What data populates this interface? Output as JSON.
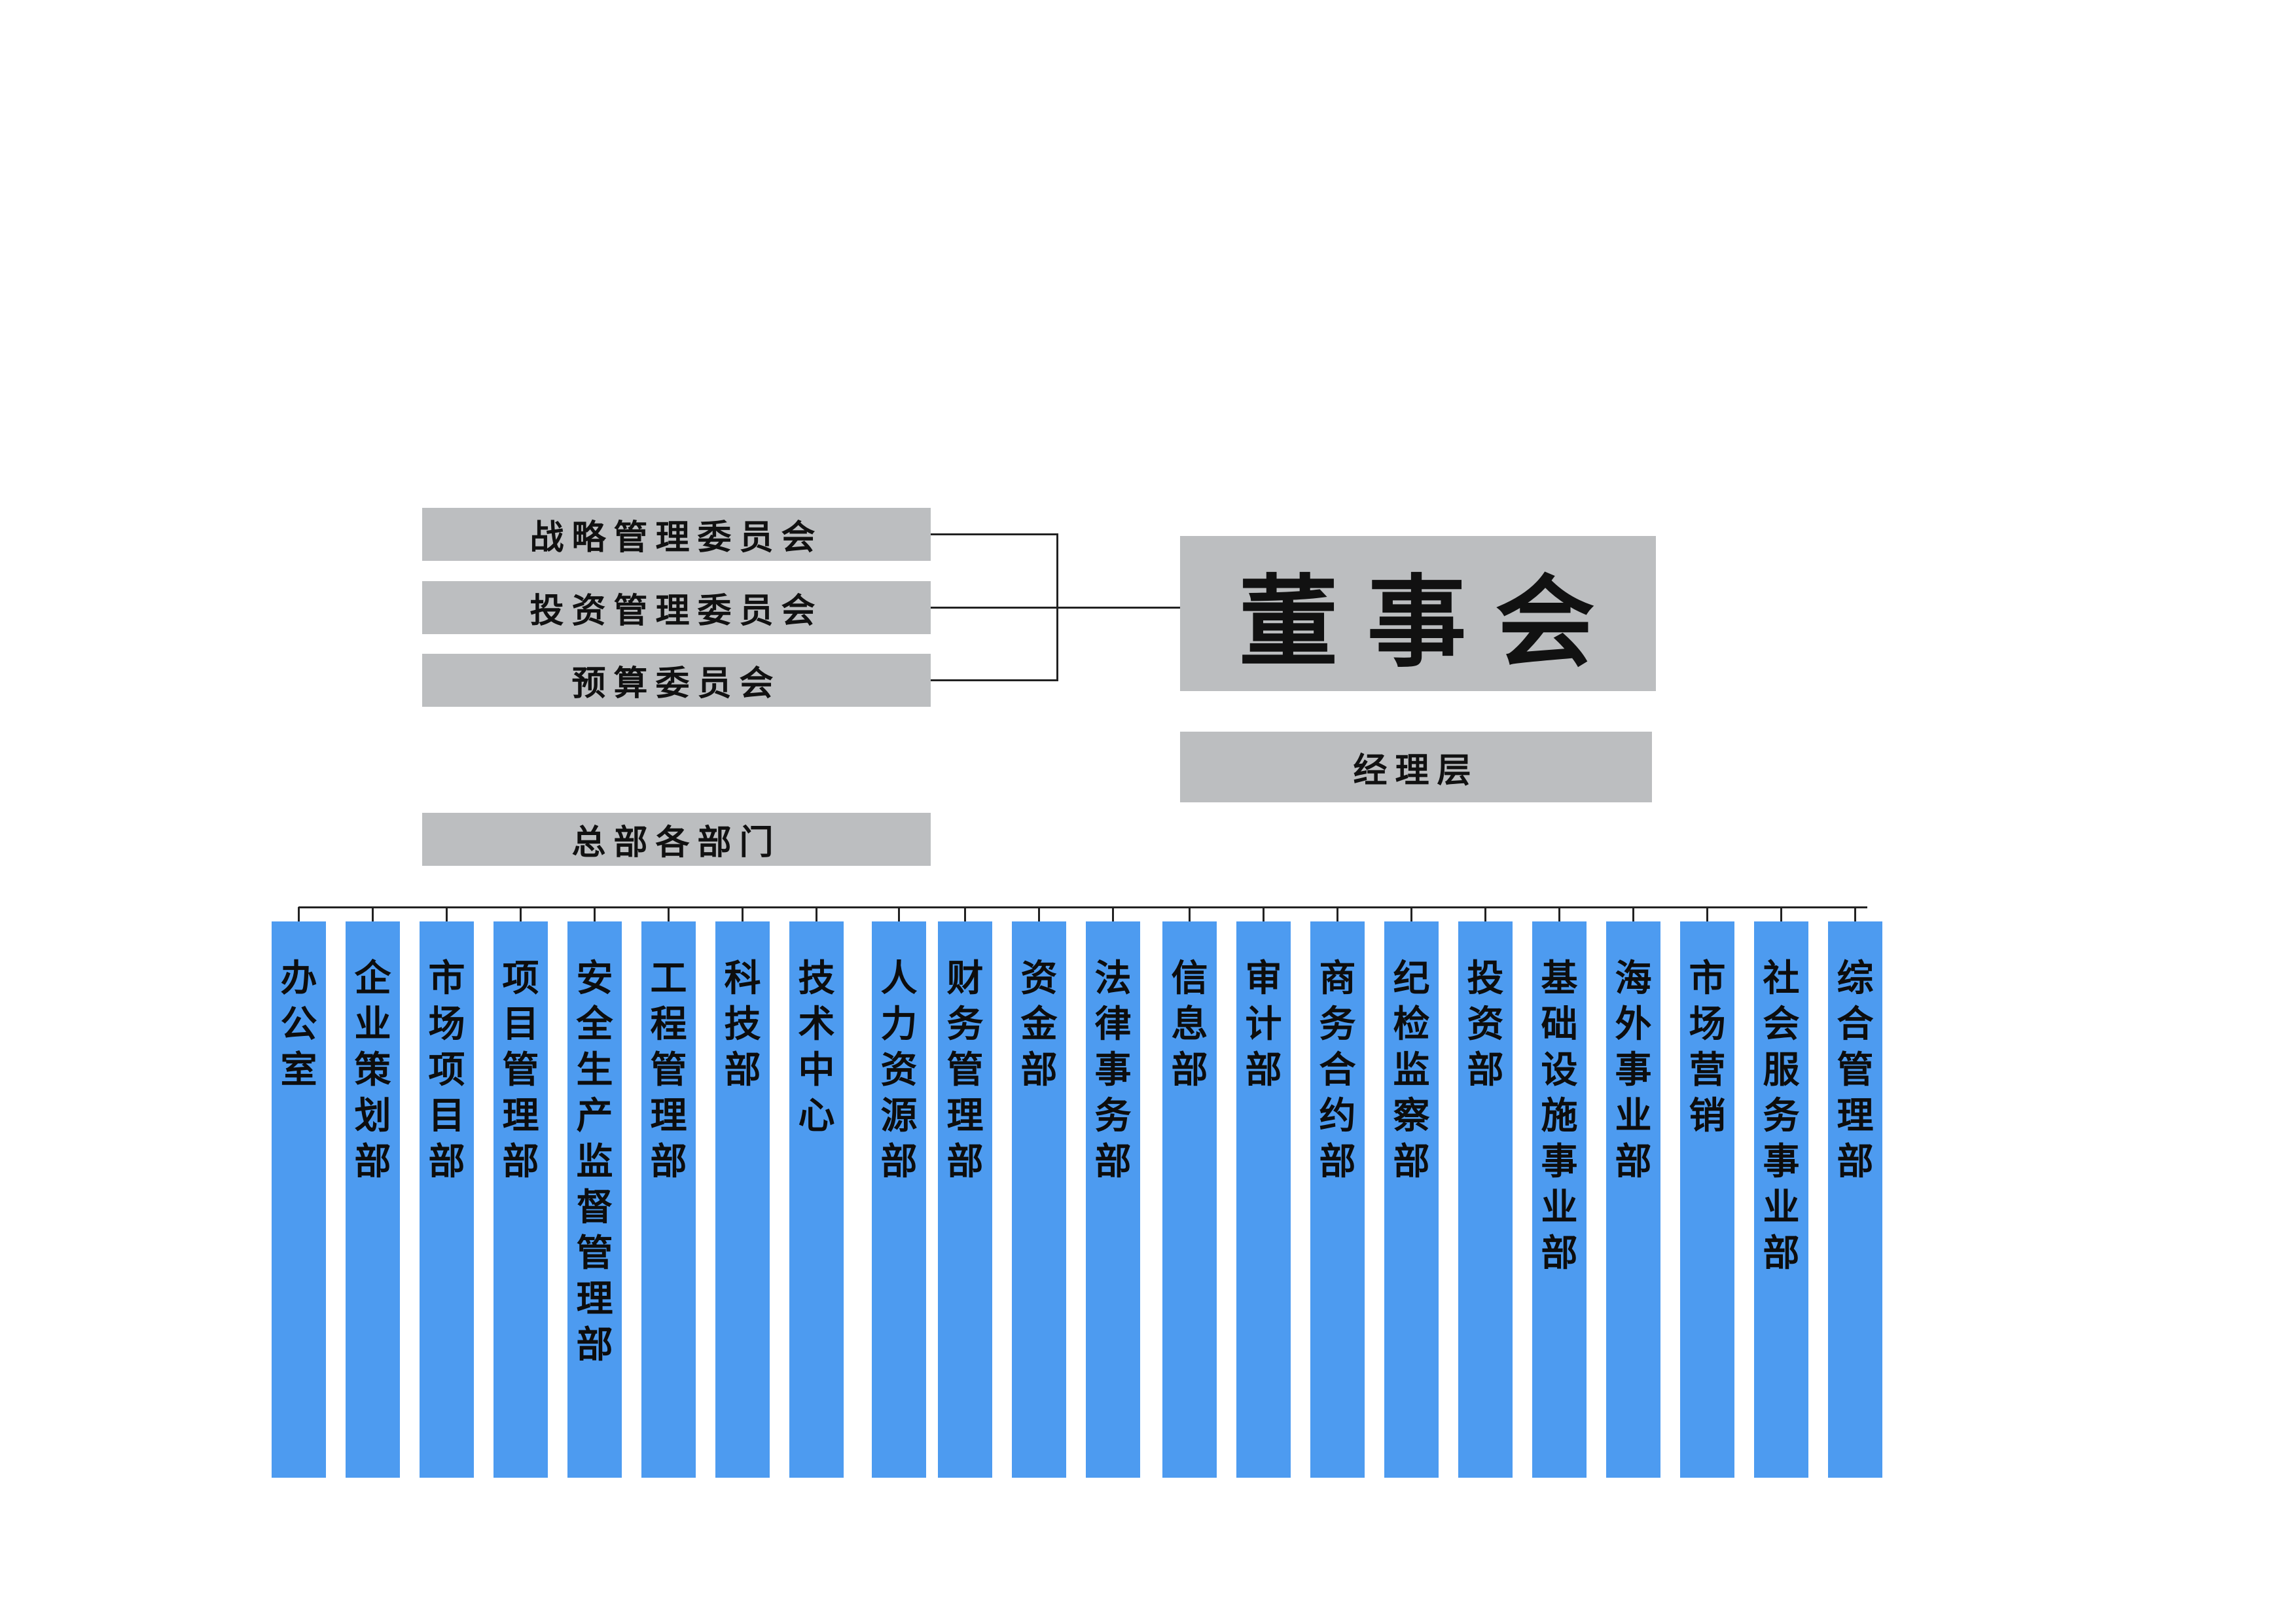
{
  "committees": [
    {
      "label": "战略管理委员会"
    },
    {
      "label": "投资管理委员会"
    },
    {
      "label": "预算委员会"
    }
  ],
  "board": {
    "label": "董事会"
  },
  "management": {
    "label": "经理层"
  },
  "headquarters": {
    "label": "总部各部门"
  },
  "departments": [
    {
      "label": "办公室"
    },
    {
      "label": "企业策划部"
    },
    {
      "label": "市场项目部"
    },
    {
      "label": "项目管理部"
    },
    {
      "label": "安全生产监督管理部"
    },
    {
      "label": "工程管理部"
    },
    {
      "label": "科技部"
    },
    {
      "label": "技术中心"
    },
    {
      "label": "人力资源部"
    },
    {
      "label": "财务管理部"
    },
    {
      "label": "资金部"
    },
    {
      "label": "法律事务部"
    },
    {
      "label": "信息部"
    },
    {
      "label": "审计部"
    },
    {
      "label": "商务合约部"
    },
    {
      "label": "纪检监察部"
    },
    {
      "label": "投资部"
    },
    {
      "label": "基础设施事业部"
    },
    {
      "label": "海外事业部"
    },
    {
      "label": "市场营销"
    },
    {
      "label": "社会服务事业部"
    },
    {
      "label": "综合管理部"
    }
  ],
  "colors": {
    "box_gray": "#bcbec0",
    "dept_blue": "#4d9bf0",
    "line": "#222222"
  }
}
